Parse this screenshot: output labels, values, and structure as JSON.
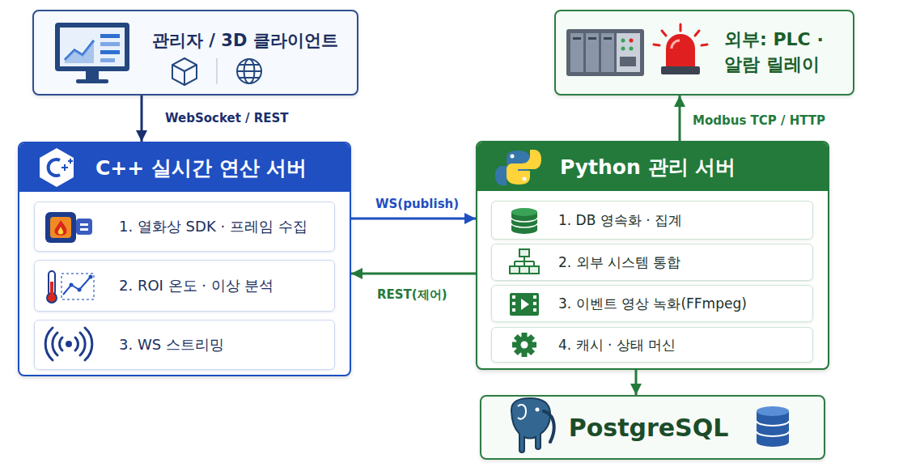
{
  "diagram": {
    "nodes": [
      {
        "text": [
          "관리자 / 3D 클라이언트"
        ]
      },
      {
        "text": [
          "외부: PLC · 알람 릴레이"
        ]
      },
      {
        "text": [
          "C++ 실시간 연산 서버"
        ]
      },
      {
        "text": [
          "1. 열화상 SDK · 프레임 수집"
        ],
        "in": 2
      },
      {
        "text": [
          "2. ROI 온도 · 이상 분석"
        ],
        "in": 2
      },
      {
        "text": [
          "3. WS 스트리밍"
        ],
        "in": 2
      },
      {
        "text": [
          "Python 관리 서버"
        ]
      },
      {
        "text": [
          "1. DB 영속화 · 집계"
        ],
        "in": 6
      },
      {
        "text": [
          "2. 외부 시스템 통합"
        ],
        "in": 6
      },
      {
        "text": [
          "3. 이벤트 영상 녹화(FFmpeg)"
        ],
        "in": 6
      },
      {
        "text": [
          "4. 캐시 · 상태 머신"
        ],
        "in": 6
      },
      {
        "text": [
          "PostgreSQL"
        ]
      }
    ],
    "edges": [
      {
        "from": 0,
        "to": 2,
        "label": "WebSocket / REST",
        "arrow": "to"
      },
      {
        "from": 2,
        "to": 6,
        "label": "WS(publish)",
        "arrow": "to"
      },
      {
        "from": 6,
        "to": 2,
        "label": "REST(제어)",
        "arrow": "to"
      },
      {
        "from": 6,
        "to": 1,
        "label": "Modbus TCP / HTTP",
        "arrow": "to"
      },
      {
        "from": 6,
        "to": 11,
        "arrow": "to"
      }
    ]
  }
}
